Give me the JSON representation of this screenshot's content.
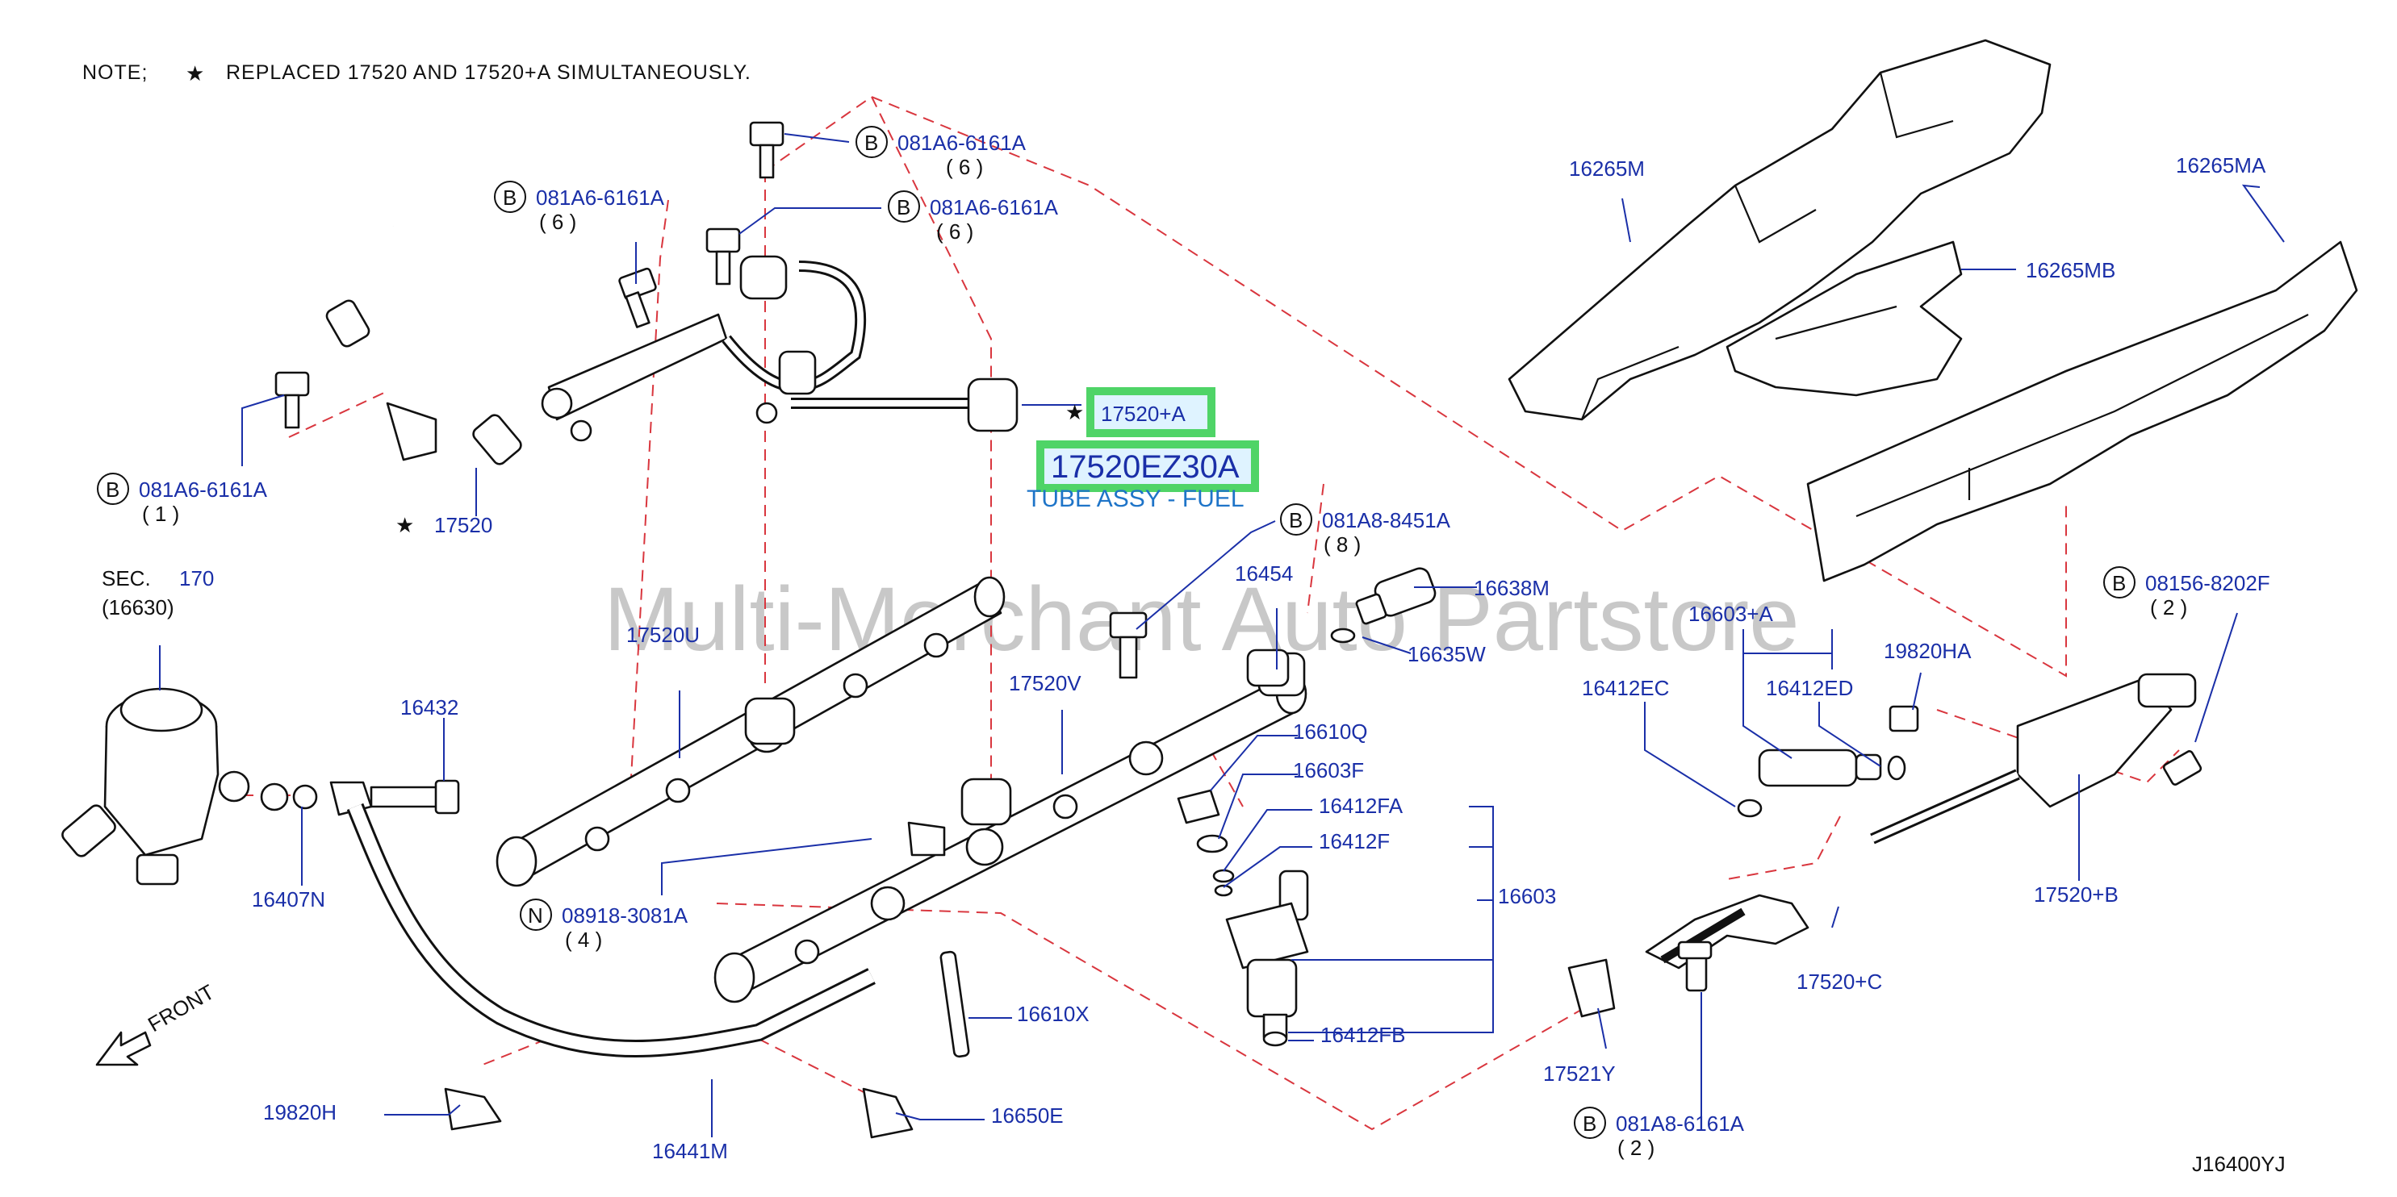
{
  "note": {
    "prefix": "NOTE;",
    "text": "REPLACED  17520  AND  17520+A  SIMULTANEOUSLY."
  },
  "watermark": "Multi-Merchant Auto Partstore",
  "diagram_code": "J16400YJ",
  "highlight": {
    "part_number": "17520EZ30A",
    "description": "TUBE ASSY - FUEL"
  },
  "direction_label": "FRONT",
  "section_ref": {
    "prefix": "SEC.",
    "number": "170",
    "sub": "(16630)"
  },
  "bolt_callouts": [
    {
      "mark": "B",
      "part": "081A6-6161A",
      "qty": "( 6 )"
    },
    {
      "mark": "B",
      "part": "081A6-6161A",
      "qty": "( 6 )"
    },
    {
      "mark": "B",
      "part": "081A6-6161A",
      "qty": "( 6 )"
    },
    {
      "mark": "B",
      "part": "081A6-6161A",
      "qty": "( 1 )"
    },
    {
      "mark": "B",
      "part": "081A8-8451A",
      "qty": "( 8 )"
    },
    {
      "mark": "B",
      "part": "08156-8202F",
      "qty": "( 2 )"
    },
    {
      "mark": "N",
      "part": "08918-3081A",
      "qty": "( 4 )"
    },
    {
      "mark": "B",
      "part": "081A8-6161A",
      "qty": "( 2 )"
    }
  ],
  "labels": {
    "p17520A": "17520+A",
    "p17520": "17520",
    "p16265M": "16265M",
    "p16265MA": "16265MA",
    "p16265MB": "16265MB",
    "p17520U": "17520U",
    "p16454": "16454",
    "p16638M": "16638M",
    "p16635W": "16635W",
    "p17520V": "17520V",
    "p16610Q": "16610Q",
    "p16603F": "16603F",
    "p16412FA": "16412FA",
    "p16412F": "16412F",
    "p16603": "16603",
    "p16412FB": "16412FB",
    "p16610X": "16610X",
    "p16650E": "16650E",
    "p16441M": "16441M",
    "p19820H": "19820H",
    "p16432": "16432",
    "p16407N": "16407N",
    "p16603A": "16603+A",
    "p16412EC": "16412EC",
    "p16412ED": "16412ED",
    "p19820HA": "19820HA",
    "p17520B": "17520+B",
    "p17520C": "17520+C",
    "p17521Y": "17521Y"
  },
  "colors": {
    "label_blue": "#1a2fa8",
    "leader_red": "#d9363e",
    "highlight_green": "#4fd467",
    "subtitle_blue": "#1e74c8"
  }
}
